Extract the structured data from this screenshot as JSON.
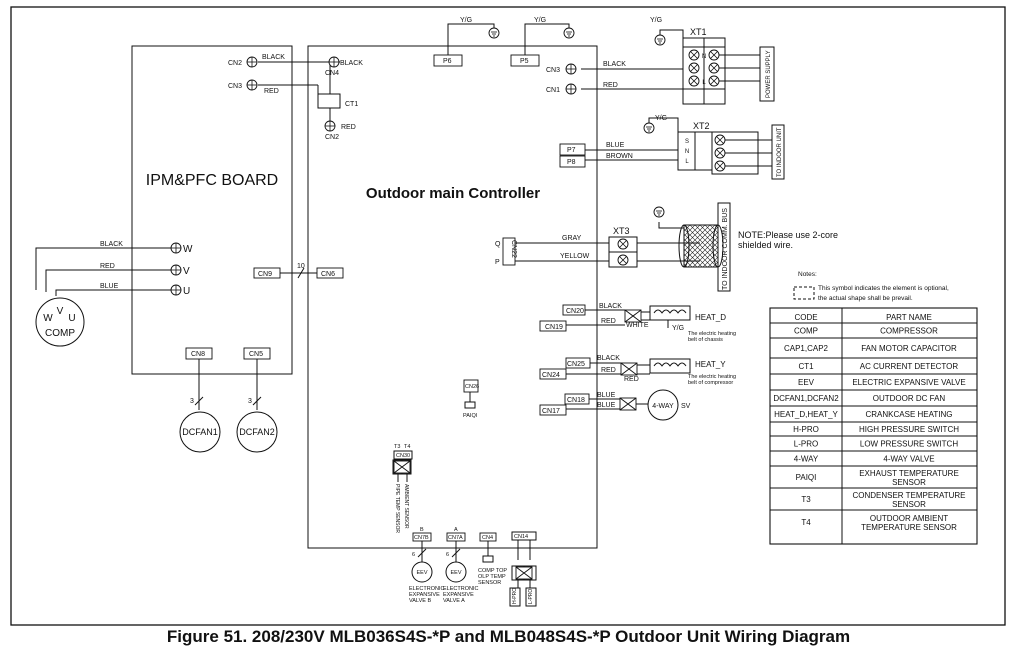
{
  "boards": {
    "ipm_title": "IPM&PFC BOARD",
    "main_title": "Outdoor main Controller"
  },
  "ipm": {
    "cn2": "CN2",
    "cn3": "CN3",
    "cn4": "CN4",
    "cn2b": "CN2",
    "ct1": "CT1",
    "cn9": "CN9",
    "cn6": "CN6",
    "cn8": "CN8",
    "cn5": "CN5",
    "w": "W",
    "v": "V",
    "u": "U",
    "ten": "10"
  },
  "wires": {
    "black": "BLACK",
    "red": "RED",
    "blue": "BLUE",
    "brown": "BROWN",
    "gray": "GRAY",
    "yellow": "YELLOW",
    "white": "WHITE",
    "yg": "Y/G"
  },
  "motor": {
    "label": "COMP",
    "w": "W",
    "v": "V",
    "u": "U"
  },
  "fans": {
    "fan1": "DCFAN1",
    "fan2": "DCFAN2",
    "three": "3"
  },
  "terminals": {
    "p6": "P6",
    "p5": "P5",
    "p7": "P7",
    "p8": "P8",
    "cn3": "CN3",
    "cn1": "CN1",
    "xt1": "XT1",
    "xt2": "XT2",
    "xt3": "XT3",
    "q": "Q",
    "p": "P",
    "cn22": "CN22",
    "power_supply": "POWER SUPPLY",
    "to_indoor_unit": "TO INDOOR UNIT",
    "to_comm_bus": "TO INDOOR COMM. BUS",
    "n": "N",
    "l": "L",
    "s": "S"
  },
  "heaters": {
    "cn20": "CN20",
    "cn19": "CN19",
    "heat_d": "HEAT_D",
    "heat_d_note1": "The electric heating",
    "heat_d_note2": "belt of chassis",
    "cn25": "CN25",
    "cn24": "CN24",
    "heat_y": "HEAT_Y",
    "heat_y_note1": "The electric heating",
    "heat_y_note2": "belt of compressor"
  },
  "valve": {
    "cn18": "CN18",
    "cn17": "CN17",
    "label": "4-WAY",
    "sv": "SV"
  },
  "sensors": {
    "cn26": "CN26",
    "paiqi": "PAIQI",
    "t3": "T3",
    "t4": "T4",
    "cn30": "CN30",
    "pipe_temp": "PIPE TEMP SENSOR",
    "ambient": "AMBIENT SENSOR",
    "b": "B",
    "a": "A",
    "cn7b": "CN7B",
    "cn7a": "CN7A",
    "cn4": "CN4",
    "cn14": "CN14",
    "eev": "EEV",
    "six": "6",
    "eev_b1": "ELECTRONIC",
    "eev_b2": "EXPANSIVE",
    "eev_b3": "VALVE B",
    "eev_a1": "ELECTRONIC",
    "eev_a2": "EXPANSIVE",
    "eev_a3": "VALVE A",
    "comp_top1": "COMP TOP",
    "comp_top2": "OLP TEMP",
    "comp_top3": "SENSOR",
    "h_pro": "H-PRO",
    "l_pro": "L-PRO"
  },
  "notes": {
    "shield1": "NOTE:Please use 2-core",
    "shield2": "shielded wire.",
    "title": "Notes:",
    "optional1": "This symbol indicates the element is  optional,",
    "optional2": "the actual shape shall be prevail."
  },
  "table": {
    "header_code": "CODE",
    "header_name": "PART NAME",
    "rows": [
      {
        "code": "COMP",
        "name": "COMPRESSOR"
      },
      {
        "code": "CAP1,CAP2",
        "name": "FAN MOTOR CAPACITOR"
      },
      {
        "code": "CT1",
        "name": "AC CURRENT DETECTOR"
      },
      {
        "code": "EEV",
        "name": "ELECTRIC EXPANSIVE VALVE"
      },
      {
        "code": "DCFAN1,DCFAN2",
        "name": "OUTDOOR DC FAN"
      },
      {
        "code": "HEAT_D,HEAT_Y",
        "name": "CRANKCASE HEATING"
      },
      {
        "code": "H-PRO",
        "name": "HIGH PRESSURE SWITCH"
      },
      {
        "code": "L-PRO",
        "name": "LOW PRESSURE SWITCH"
      },
      {
        "code": "4-WAY",
        "name": "4-WAY VALVE"
      },
      {
        "code": "PAIQI",
        "name": "EXHAUST TEMPERATURE",
        "name2": "SENSOR"
      },
      {
        "code": "T3",
        "name": "CONDENSER TEMPERATURE",
        "name2": "SENSOR"
      },
      {
        "code": "T4",
        "name": "OUTDOOR AMBIENT",
        "name2": "TEMPERATURE SENSOR"
      }
    ]
  },
  "caption": "Figure 51. 208/230V MLB036S4S-*P and MLB048S4S-*P Outdoor Unit Wiring Diagram"
}
